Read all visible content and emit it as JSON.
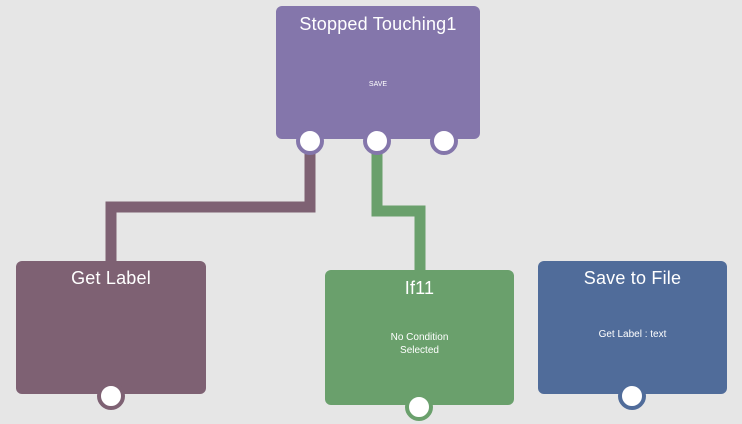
{
  "nodes": {
    "stopped": {
      "title": "Stopped Touching1",
      "subtitle": "SAVE",
      "color": "#8476ab"
    },
    "get_label": {
      "title": "Get Label",
      "subtitle": "",
      "color": "#7e6173"
    },
    "if11": {
      "title": "If11",
      "subtitle_line1": "No Condition",
      "subtitle_line2": "Selected",
      "color": "#6aa06c"
    },
    "save_to_file": {
      "title": "Save to File",
      "subtitle": "Get Label : text",
      "color": "#506c9a"
    }
  },
  "connections": [
    {
      "from": "Stopped Touching1",
      "to": "Get Label",
      "color": "#7e6173"
    },
    {
      "from": "Stopped Touching1",
      "to": "If11",
      "color": "#6aa06c"
    }
  ]
}
